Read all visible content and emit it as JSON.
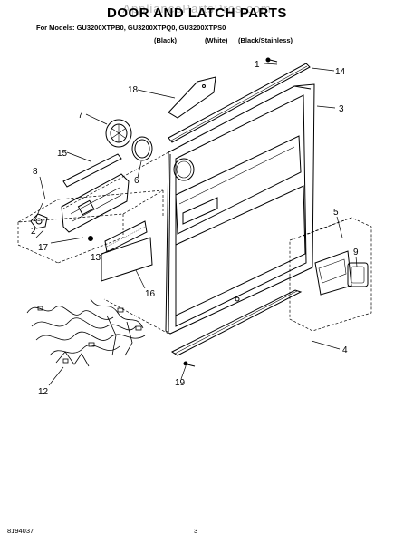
{
  "header": {
    "watermark": "AppliancePartsPros.com",
    "title": "DOOR AND LATCH PARTS",
    "models_line": "For Models: GU3200XTPB0, GU3200XTPQ0, GU3200XTPS0",
    "variants": [
      "(Black)",
      "(White)",
      "(Black/Stainless)"
    ]
  },
  "callouts": {
    "c1": "1",
    "c2": "2",
    "c3": "3",
    "c4": "4",
    "c5": "5",
    "c6": "6",
    "c7": "7",
    "c8": "8",
    "c9": "9",
    "c12": "12",
    "c13": "13",
    "c14": "14",
    "c15": "15",
    "c16": "16",
    "c17": "17",
    "c18": "18",
    "c19": "19"
  },
  "footer": {
    "doc_number": "8194037",
    "page_number": "3"
  }
}
